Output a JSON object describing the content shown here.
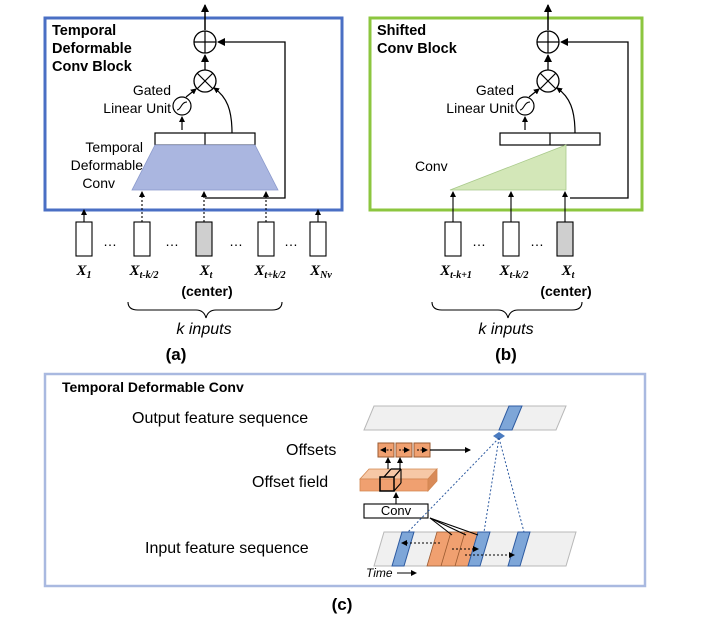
{
  "panel_a": {
    "title_line1": "Temporal",
    "title_line2": "Deformable",
    "title_line3": "Conv Block",
    "glu_line1": "Gated",
    "glu_line2": "Linear Unit",
    "conv_line1": "Temporal",
    "conv_line2": "Deformable",
    "conv_line3": "Conv",
    "inputs": [
      {
        "base": "X",
        "sub": "1"
      },
      {
        "base": "X",
        "sub": "t-k/2"
      },
      {
        "base": "X",
        "sub": "t"
      },
      {
        "base": "X",
        "sub": "t+k/2"
      },
      {
        "base": "X",
        "sub": "Nv"
      }
    ],
    "center_label": "(center)",
    "k_label": "k inputs",
    "caption": "(a)",
    "ellipsis": "…"
  },
  "panel_b": {
    "title_line1": "Shifted",
    "title_line2": "Conv Block",
    "glu_line1": "Gated",
    "glu_line2": "Linear Unit",
    "conv_label": "Conv",
    "inputs": [
      {
        "base": "X",
        "sub": "t-k+1"
      },
      {
        "base": "X",
        "sub": "t-k/2"
      },
      {
        "base": "X",
        "sub": "t"
      }
    ],
    "center_label": "(center)",
    "k_label": "k inputs",
    "caption": "(b)",
    "ellipsis": "…"
  },
  "panel_c": {
    "title": "Temporal Deformable Conv",
    "output_label": "Output feature sequence",
    "offsets_label": "Offsets",
    "offset_field_label": "Offset field",
    "input_label": "Input feature sequence",
    "conv_label": "Conv",
    "time_label": "Time",
    "caption": "(c)"
  },
  "colors": {
    "blue_frame": "#4a6fc4",
    "green_frame": "#8cc63f",
    "light_blue_frame": "#a9b9e0",
    "trapezoid_blue": "#aab6e0",
    "trapezoid_green": "#d3e7b8",
    "orange": "#f0a070",
    "highlight_blue": "#7ea6d8"
  }
}
